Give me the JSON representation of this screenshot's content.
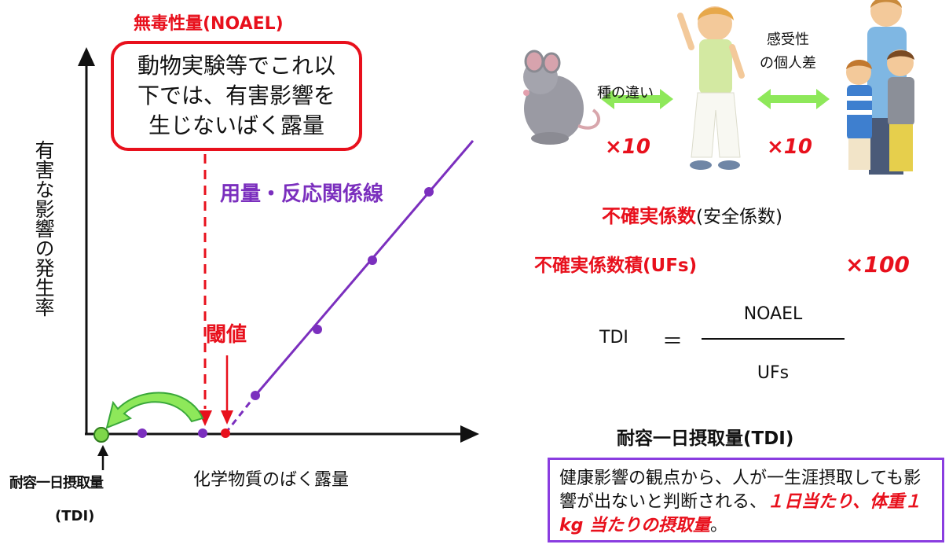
{
  "left": {
    "noael_title": "無毒性量(NOAEL)",
    "noael_box_lines": [
      "動物実験等でこれ以",
      "下では、有害影響を",
      "生じないばく露量"
    ],
    "y_axis_label": "有害な影響の発生率",
    "curve_label": "用量・反応関係線",
    "threshold_label": "閾値",
    "x_axis_label": "化学物質のばく露量",
    "tdi_label": "耐容一日摂取量",
    "tdi_paren": "(TDI)"
  },
  "right": {
    "species_label": "種の違い",
    "sensitivity_label_lines": [
      "感受性",
      "の個人差"
    ],
    "factor_a": "×10",
    "factor_b": "×10",
    "uncertainty_factor": "不確実係数",
    "safety_factor": "(安全係数)",
    "ufs_label": "不確実係数積(UFs)",
    "ufs_value": "×100",
    "equation": {
      "lhs": "TDI",
      "eq": "＝",
      "numerator": "NOAEL",
      "denominator": "UFs"
    },
    "tdi_title": "耐容一日摂取量(TDI)",
    "definition": {
      "part1": "健康影響の観点から、人が一生涯摂取しても影響が出ないと判断される、",
      "highlight": "１日当たり、体重１ kg 当たりの摂取量",
      "end": "。"
    }
  },
  "colors": {
    "red": "#e8101c",
    "purple": "#7b2fbe",
    "green_arrow": "#8ee85a",
    "green_curve": "#3aa83a",
    "point_green": "#7ed64a",
    "box_purple": "#8a3de0"
  }
}
